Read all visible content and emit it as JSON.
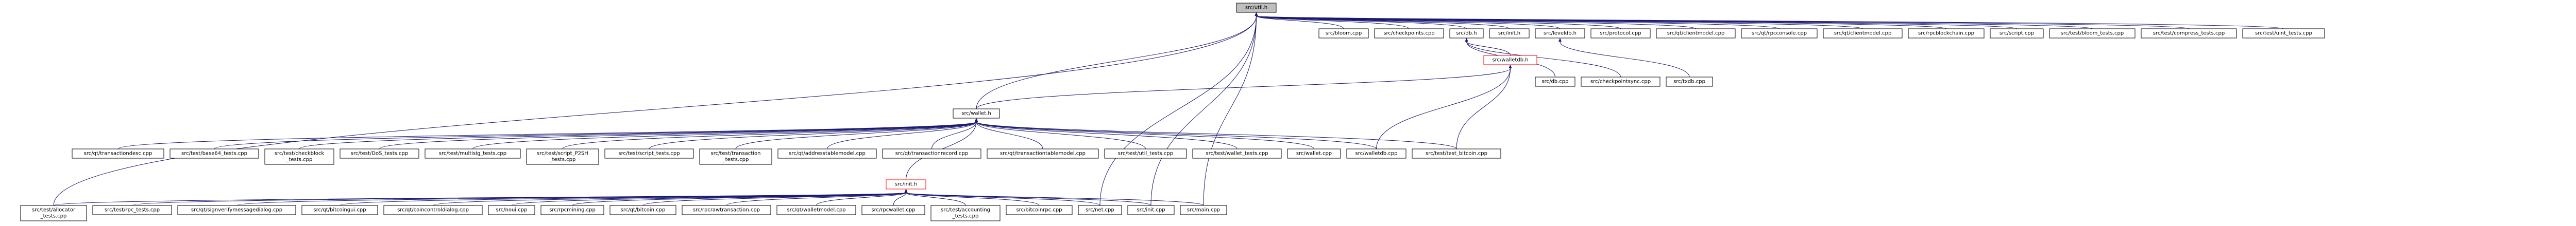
{
  "graph": {
    "root": {
      "id": "util_h",
      "label": "src/util.h"
    },
    "nodes": [
      {
        "id": "util_h",
        "lines": [
          "src/util.h"
        ],
        "kind": "root"
      },
      {
        "id": "bloom",
        "lines": [
          "src/bloom.cpp"
        ]
      },
      {
        "id": "checkpoints",
        "lines": [
          "src/checkpoints.cpp"
        ]
      },
      {
        "id": "db_h",
        "lines": [
          "src/db.h"
        ]
      },
      {
        "id": "init_h",
        "lines": [
          "src/init.h"
        ]
      },
      {
        "id": "leveldb_h",
        "lines": [
          "src/leveldb.h"
        ]
      },
      {
        "id": "protocol",
        "lines": [
          "src/protocol.cpp"
        ]
      },
      {
        "id": "qt_clientmodel",
        "lines": [
          "src/qt/clientmodel.cpp"
        ]
      },
      {
        "id": "qt_rpcconsole",
        "lines": [
          "src/qt/rpcconsole.cpp"
        ]
      },
      {
        "id": "qt_clientmodel2",
        "lines": [
          "src/qt/clientmodel.cpp"
        ]
      },
      {
        "id": "rpcblockchain",
        "lines": [
          "src/rpcblockchain.cpp"
        ]
      },
      {
        "id": "script",
        "lines": [
          "src/script.cpp"
        ]
      },
      {
        "id": "test_bloom",
        "lines": [
          "src/test/bloom_tests.cpp"
        ]
      },
      {
        "id": "test_compress",
        "lines": [
          "src/test/compress_tests.cpp"
        ]
      },
      {
        "id": "test_uint",
        "lines": [
          "src/test/uint_tests.cpp"
        ]
      },
      {
        "id": "walletdb_h",
        "lines": [
          "src/walletdb.h"
        ],
        "kind": "red"
      },
      {
        "id": "db_cpp",
        "lines": [
          "src/db.cpp"
        ]
      },
      {
        "id": "checkpointsync",
        "lines": [
          "src/checkpointsync.cpp"
        ]
      },
      {
        "id": "txdb",
        "lines": [
          "src/txdb.cpp"
        ]
      },
      {
        "id": "wallet_h",
        "lines": [
          "src/wallet.h"
        ]
      },
      {
        "id": "qt_transactiondesc",
        "lines": [
          "src/qt/transactiondesc.cpp"
        ]
      },
      {
        "id": "test_base64",
        "lines": [
          "src/test/base64_tests.cpp"
        ]
      },
      {
        "id": "test_checkblock",
        "lines": [
          "src/test/checkblock",
          "_tests.cpp"
        ]
      },
      {
        "id": "test_dos",
        "lines": [
          "src/test/DoS_tests.cpp"
        ]
      },
      {
        "id": "test_multisig",
        "lines": [
          "src/test/multisig_tests.cpp"
        ]
      },
      {
        "id": "test_script_p2sh",
        "lines": [
          "src/test/script_P2SH",
          "_tests.cpp"
        ]
      },
      {
        "id": "test_script",
        "lines": [
          "src/test/script_tests.cpp"
        ]
      },
      {
        "id": "test_transaction",
        "lines": [
          "src/test/transaction",
          "_tests.cpp"
        ]
      },
      {
        "id": "qt_addresstablemodel",
        "lines": [
          "src/qt/addresstablemodel.cpp"
        ]
      },
      {
        "id": "qt_transactionrecord",
        "lines": [
          "src/qt/transactionrecord.cpp"
        ]
      },
      {
        "id": "qt_transactiontablemodel",
        "lines": [
          "src/qt/transactiontablemodel.cpp"
        ]
      },
      {
        "id": "init_red",
        "lines": [
          "src/init.h"
        ],
        "kind": "red"
      },
      {
        "id": "test_util",
        "lines": [
          "src/test/util_tests.cpp"
        ]
      },
      {
        "id": "test_wallet",
        "lines": [
          "src/test/wallet_tests.cpp"
        ]
      },
      {
        "id": "wallet_cpp",
        "lines": [
          "src/wallet.cpp"
        ]
      },
      {
        "id": "walletdb_cpp",
        "lines": [
          "src/walletdb.cpp"
        ]
      },
      {
        "id": "test_test_bitcoin",
        "lines": [
          "src/test/test_bitcoin.cpp"
        ]
      },
      {
        "id": "test_allocator",
        "lines": [
          "src/test/allocator",
          "_tests.cpp"
        ]
      },
      {
        "id": "test_rpc",
        "lines": [
          "src/test/rpc_tests.cpp"
        ]
      },
      {
        "id": "qt_signverify",
        "lines": [
          "src/qt/signverifymessagedialog.cpp"
        ]
      },
      {
        "id": "qt_bitcoingui",
        "lines": [
          "src/qt/bitcoingui.cpp"
        ]
      },
      {
        "id": "qt_coincontrol",
        "lines": [
          "src/qt/coincontroldialog.cpp"
        ]
      },
      {
        "id": "noui",
        "lines": [
          "src/noui.cpp"
        ]
      },
      {
        "id": "rpcmining",
        "lines": [
          "src/rpcmining.cpp"
        ]
      },
      {
        "id": "qt_bitcoin",
        "lines": [
          "src/qt/bitcoin.cpp"
        ]
      },
      {
        "id": "rpcrawtransaction",
        "lines": [
          "src/rpcrawtransaction.cpp"
        ]
      },
      {
        "id": "qt_walletmodel",
        "lines": [
          "src/qt/walletmodel.cpp"
        ]
      },
      {
        "id": "rpcwallet",
        "lines": [
          "src/rpcwallet.cpp"
        ]
      },
      {
        "id": "test_accounting",
        "lines": [
          "src/test/accounting",
          "_tests.cpp"
        ]
      },
      {
        "id": "bitcoinrpc",
        "lines": [
          "src/bitcoinrpc.cpp"
        ]
      },
      {
        "id": "net",
        "lines": [
          "src/net.cpp"
        ]
      },
      {
        "id": "init_cpp",
        "lines": [
          "src/init.cpp"
        ]
      },
      {
        "id": "main",
        "lines": [
          "src/main.cpp"
        ]
      }
    ]
  }
}
